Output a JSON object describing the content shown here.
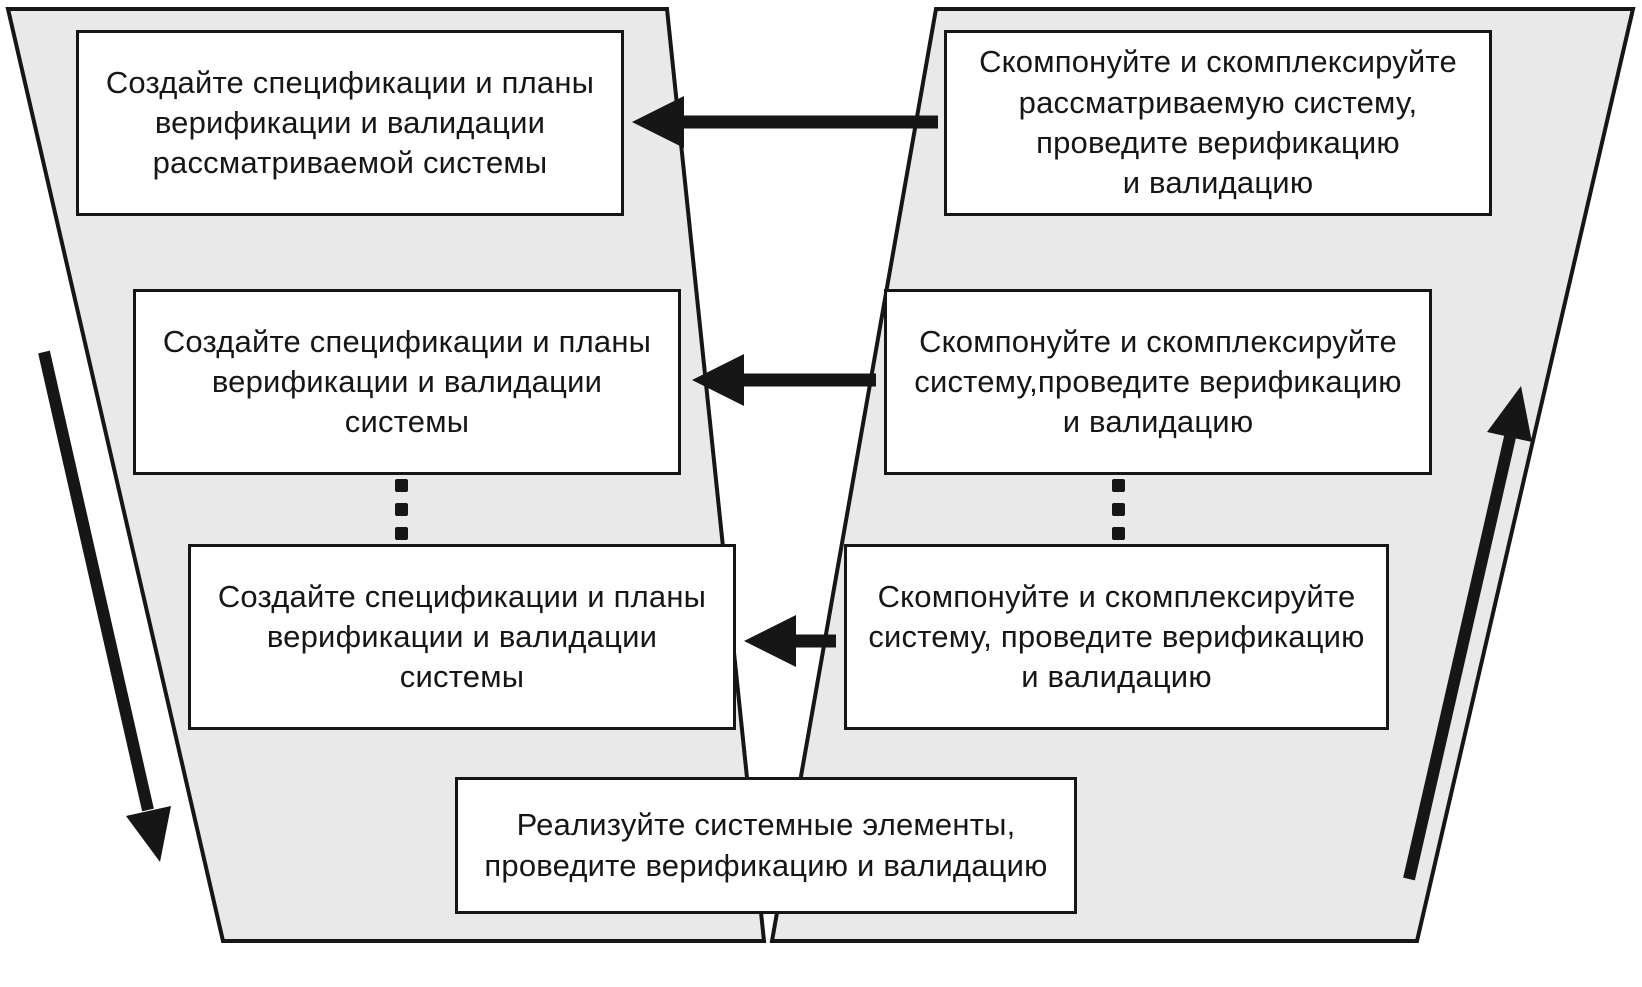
{
  "colors": {
    "band_fill": "#e9e9e9",
    "stroke": "#161616",
    "box_fill": "#ffffff",
    "text": "#161616"
  },
  "left_branch": {
    "boxes": [
      {
        "label": "Создайте спецификации и планы\nверификации и валидации\nрассматриваемой системы"
      },
      {
        "label": "Создайте спецификации и планы\nверификации и валидации\nсистемы"
      },
      {
        "label": "Создайте спецификации и планы\nверификации и валидации\nсистемы"
      }
    ],
    "flow_arrow": "down-flow-arrow",
    "ellipsis": "vertical-dots"
  },
  "right_branch": {
    "boxes": [
      {
        "label": "Скомпонуйте и скомплексируйте\nрассматриваемую систему,\nпроведите верификацию\nи валидацию"
      },
      {
        "label": "Скомпонуйте и скомплексируйте\nсистему,проведите верификацию\nи валидацию"
      },
      {
        "label": "Скомпонуйте и скомплексируйте\nсистему, проведите верификацию\nи валидацию"
      }
    ],
    "flow_arrow": "up-flow-arrow",
    "ellipsis": "vertical-dots"
  },
  "bottom_box": {
    "label": "Реализуйте системные элементы,\nпроведите верификацию и валидацию"
  },
  "cross_arrows": [
    {
      "name": "cross-arrow-top",
      "direction": "left"
    },
    {
      "name": "cross-arrow-middle",
      "direction": "left"
    },
    {
      "name": "cross-arrow-bottom",
      "direction": "left"
    }
  ]
}
